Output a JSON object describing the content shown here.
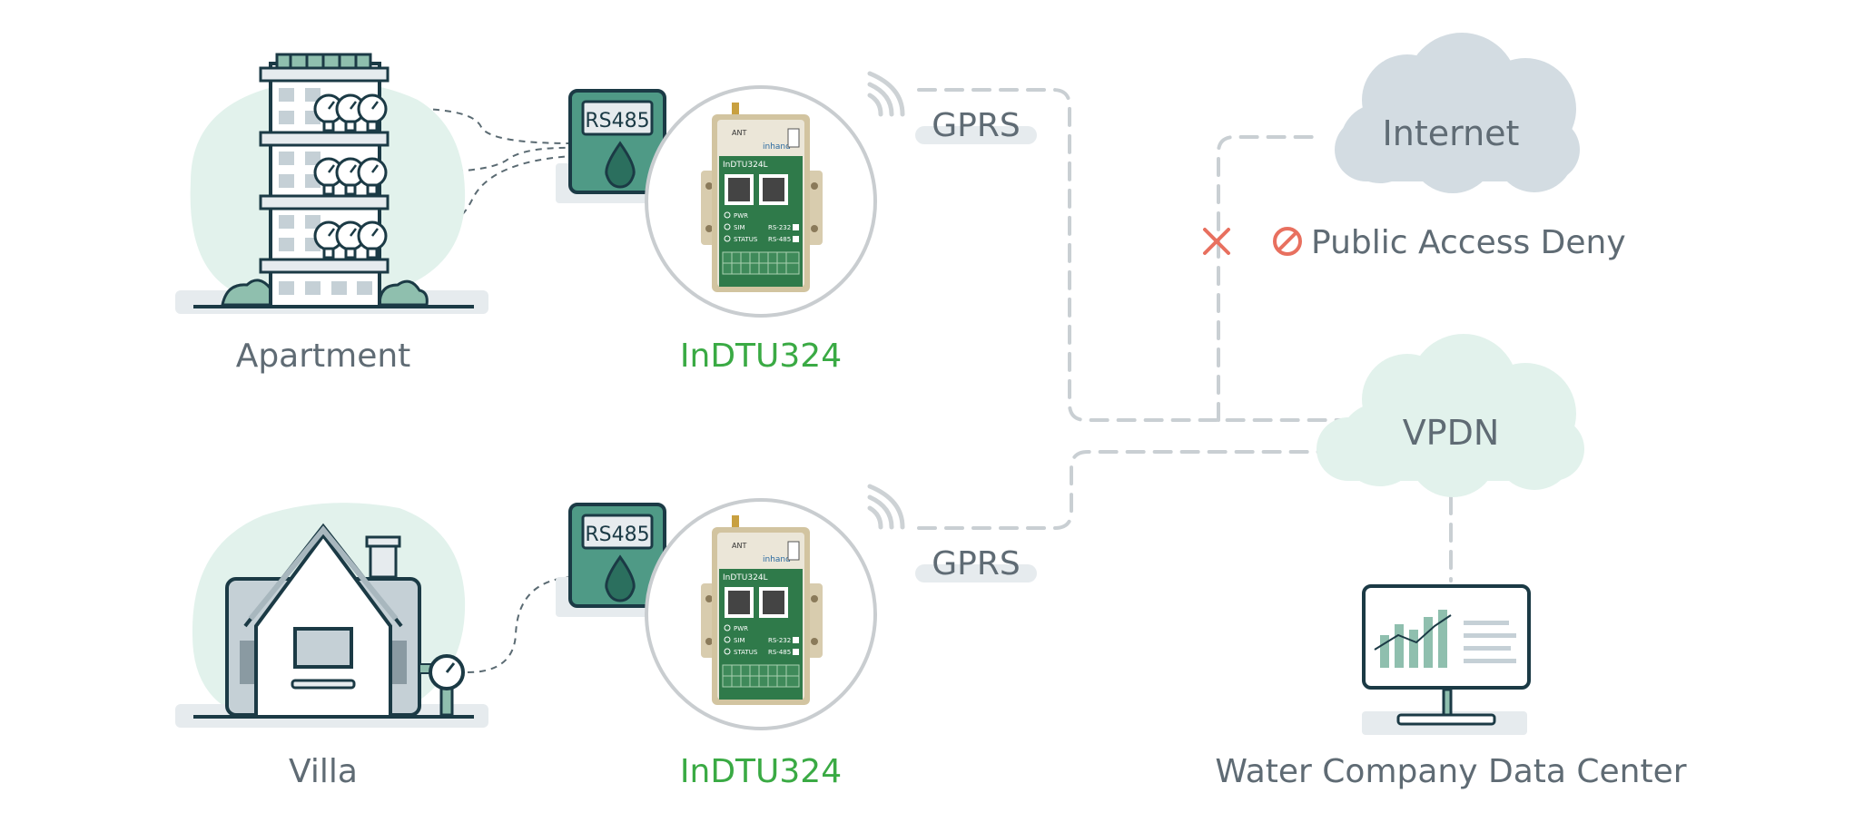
{
  "apartment": {
    "label": "Apartment"
  },
  "villa": {
    "label": "Villa"
  },
  "rs485_top": {
    "label": "RS485"
  },
  "rs485_bottom": {
    "label": "RS485"
  },
  "device_top": {
    "label": "InDTU324",
    "panel_model": "InDTU324L",
    "brand": "inhand",
    "ant": "ANT",
    "led_pwr": "PWR",
    "led_sim": "SIM",
    "led_status": "STATUS",
    "port_rs232": "RS-232",
    "port_rs485": "RS-485"
  },
  "device_bottom": {
    "label": "InDTU324",
    "panel_model": "InDTU324L",
    "brand": "inhand",
    "ant": "ANT",
    "led_pwr": "PWR",
    "led_sim": "SIM",
    "led_status": "STATUS",
    "port_rs232": "RS-232",
    "port_rs485": "RS-485"
  },
  "gprs_top": {
    "label": "GPRS"
  },
  "gprs_bottom": {
    "label": "GPRS"
  },
  "internet": {
    "label": "Internet"
  },
  "vpdn": {
    "label": "VPDN"
  },
  "deny": {
    "label": "Public Access Deny"
  },
  "datacenter": {
    "label": "Water Company Data Center"
  },
  "colors": {
    "accent_green": "#3aaa44",
    "dark_teal": "#1b3a45",
    "mint": "#e2f2ec",
    "cloud_gray": "#d3dce2",
    "deny_red": "#e8705f"
  }
}
